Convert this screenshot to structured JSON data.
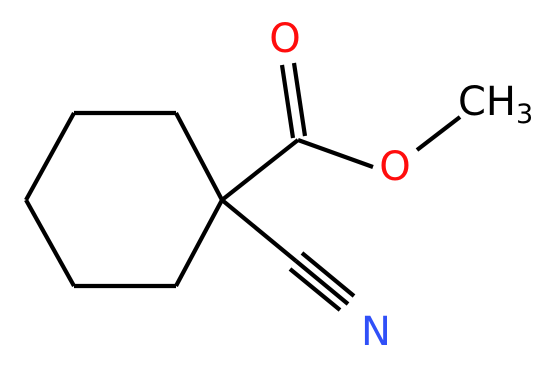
{
  "molecule": {
    "atoms": {
      "carbonyl_oxygen": {
        "symbol": "O",
        "color": "#ff0d0d"
      },
      "ester_oxygen": {
        "symbol": "O",
        "color": "#ff0d0d"
      },
      "methyl": {
        "symbol": "CH",
        "subscript": "3",
        "color": "#000000"
      },
      "nitrile_nitrogen": {
        "symbol": "N",
        "color": "#3050f8"
      }
    },
    "bond_color": "#000000"
  }
}
